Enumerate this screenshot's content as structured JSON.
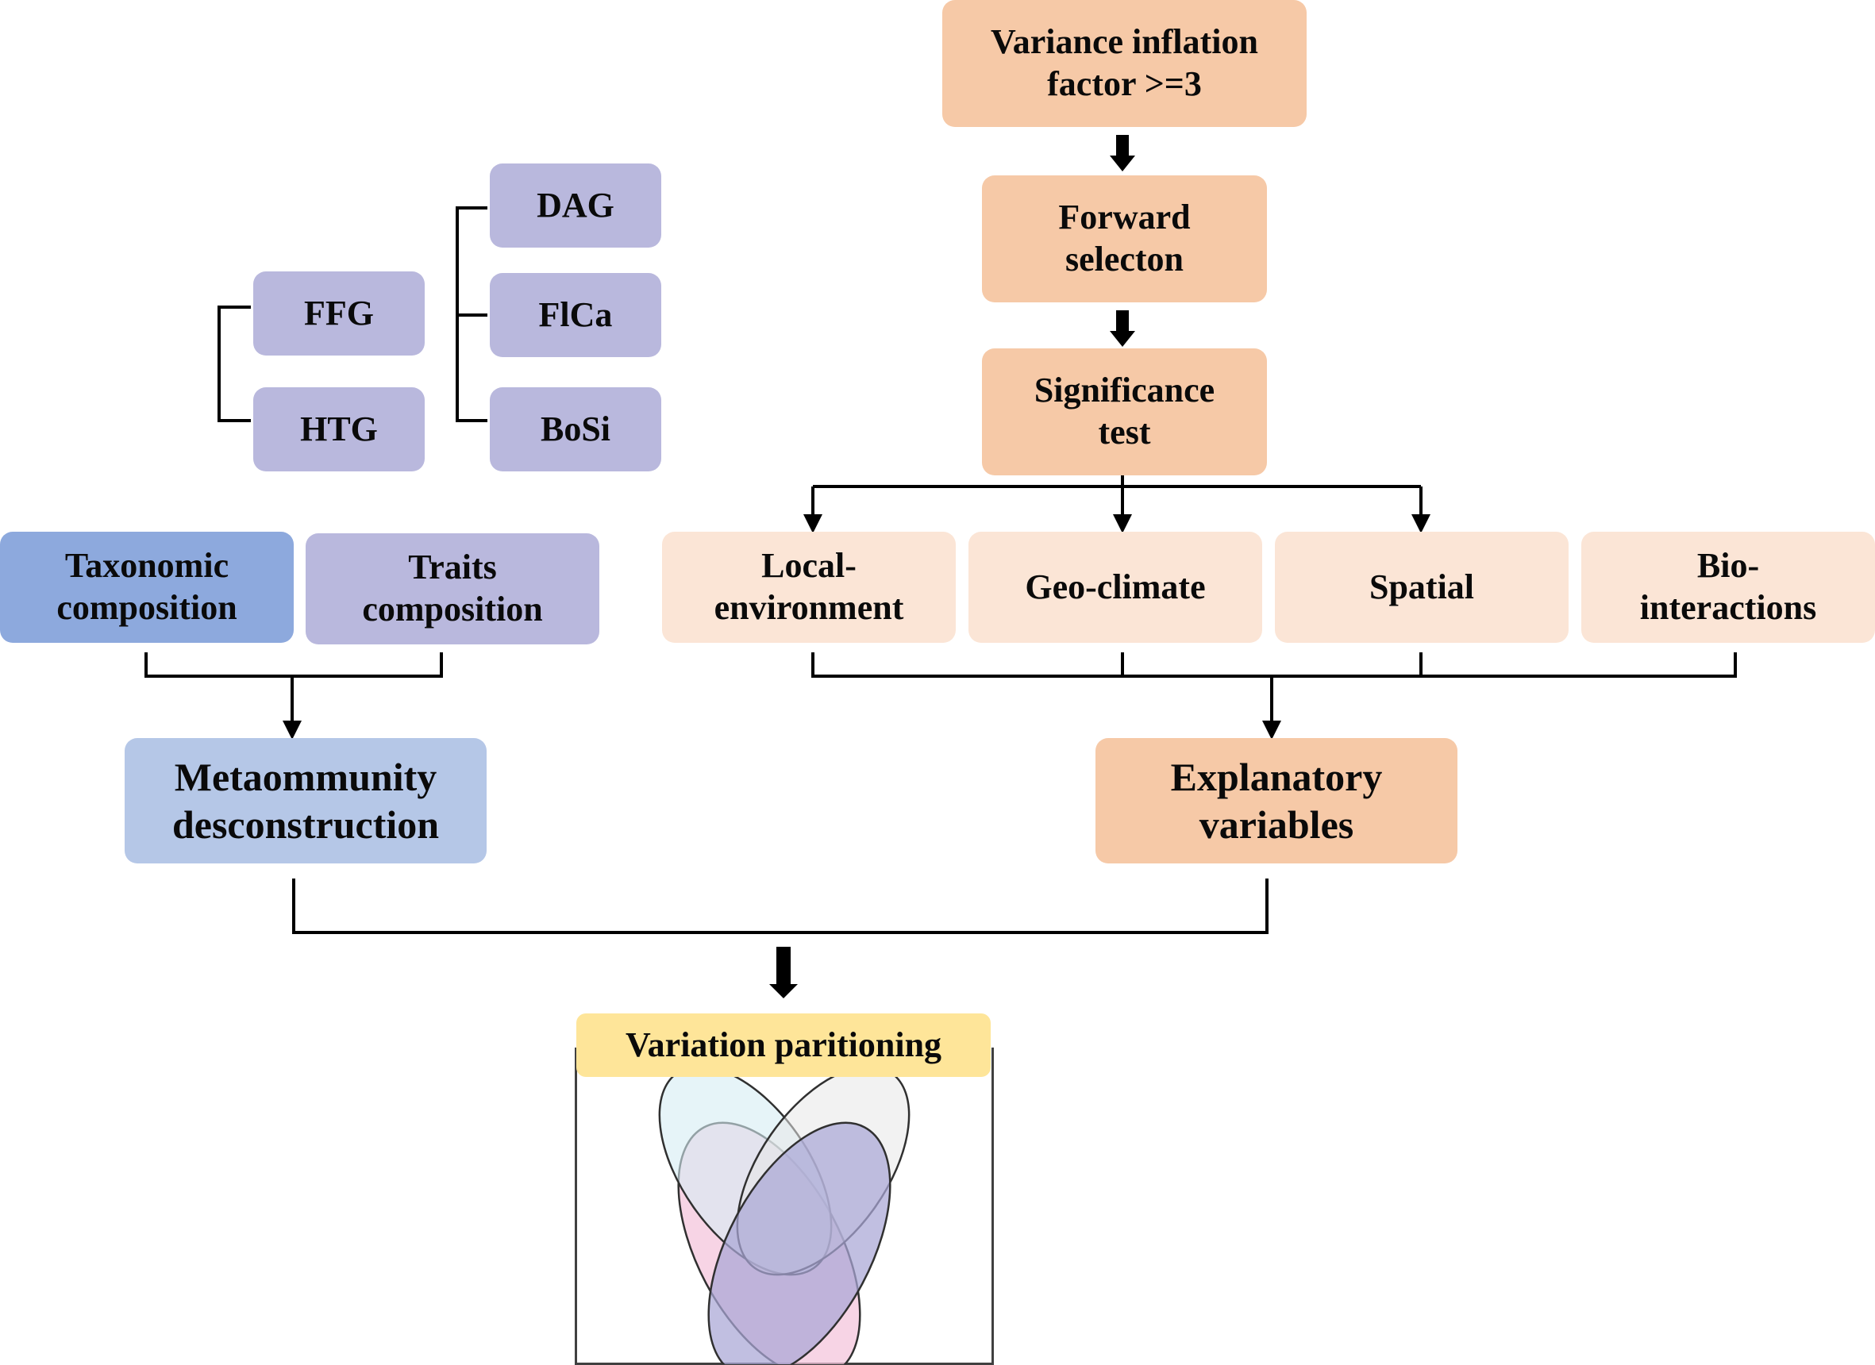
{
  "left": {
    "group_a": [
      "FFG",
      "HTG"
    ],
    "group_b": [
      "DAG",
      "FlCa",
      "BoSi"
    ],
    "taxonomic": "Taxonomic composition",
    "traits": "Traits composition",
    "metacommunity": "Metaommunity desconstruction"
  },
  "right": {
    "vif": "Variance inflation factor >=3",
    "forward": "Forward selecton",
    "significance": "Significance test",
    "categories": [
      "Local-environment",
      "Geo-climate",
      "Spatial",
      "Bio-interactions"
    ],
    "explanatory": "Explanatory variables"
  },
  "bottom": {
    "variation": "Variation paritioning"
  },
  "colors": {
    "lavender": "#b9b8dd",
    "blue": "#8da9dd",
    "light_blue": "#b5c7e7",
    "peach": "#f6c9a7",
    "light_peach": "#fbe5d6",
    "yellow": "#fee599",
    "venn_pink": "#f4c2da",
    "venn_cyan": "#d6ecf3",
    "venn_grey": "#e8e8e8",
    "venn_purple": "#a9a6d6"
  }
}
